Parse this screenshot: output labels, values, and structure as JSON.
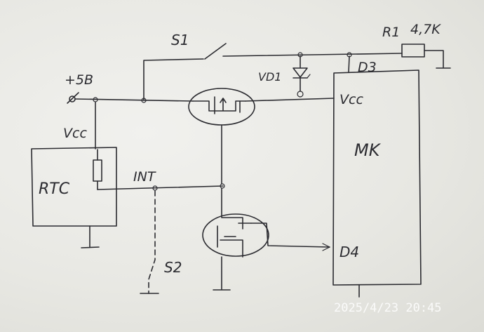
{
  "labels": {
    "r1": "R1",
    "r1_value": "4,7K",
    "s1": "S1",
    "vd1": "VD1",
    "d3": "D3",
    "vcc_mcu": "Vcc",
    "mcu": "MK",
    "plus5v": "+5B",
    "vcc_rtc": "Vcc",
    "rtc": "RTC",
    "int": "INT",
    "d4": "D4",
    "s2": "S2"
  },
  "timestamp": "2025/4/23 20:45"
}
